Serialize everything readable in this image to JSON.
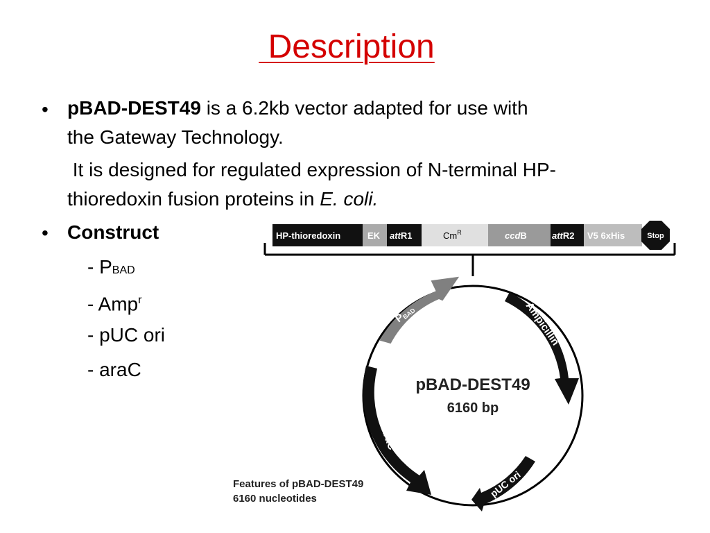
{
  "title": " Description",
  "bullets": [
    {
      "name_bold": "pBAD-DEST49",
      "text_line1": " is a 6.2kb vector adapted for use with",
      "text_line2": "the Gateway Technology."
    },
    {
      "para_line1": " It is designed for regulated expression of N-terminal HP-",
      "para_line2_plain": "thioredoxin fusion proteins in ",
      "para_line2_italic": "E. coli."
    },
    {
      "label": "Construct",
      "items": [
        {
          "prefix": "- P",
          "sub": "BAD"
        },
        {
          "prefix": "- Amp",
          "sup": "r"
        },
        {
          "prefix": "- pUC ori"
        },
        {
          "prefix": "- araC"
        }
      ]
    }
  ],
  "bullet_char": "•",
  "cassette": {
    "segments": [
      {
        "label": "HP-thioredoxin",
        "color": "#111111",
        "text_color": "#ffffff"
      },
      {
        "label": "EK",
        "color": "#aaaaaa",
        "text_color": "#ffffff"
      },
      {
        "label_italic": "att",
        "label_rest": "R1",
        "color": "#111111",
        "text_color": "#ffffff"
      },
      {
        "label": "Cm",
        "sup": "R",
        "color": "#e0e0e0",
        "text_color": "#000000"
      },
      {
        "label_italic": "ccd",
        "label_rest": "B",
        "color": "#9a9a9a",
        "text_color": "#ffffff"
      },
      {
        "label_italic": "att",
        "label_rest": "R2",
        "color": "#111111",
        "text_color": "#ffffff"
      },
      {
        "label": "V5 6xHis",
        "color": "#bdbdbd",
        "text_color": "#ffffff"
      }
    ],
    "stop_label": "Stop"
  },
  "plasmid": {
    "name": "pBAD-DEST49",
    "size": "6160 bp",
    "features": [
      {
        "label": "P",
        "sub": "BAD",
        "color": "#808080"
      },
      {
        "label": "Ampicillin",
        "color": "#111111"
      },
      {
        "label": "pUC ori",
        "color": "#111111"
      },
      {
        "label": "araC",
        "color": "#111111"
      }
    ]
  },
  "caption": {
    "line1": "Features of pBAD-DEST49",
    "line2": "6160 nucleotides"
  },
  "colors": {
    "title": "#d40000",
    "text": "#000000"
  }
}
